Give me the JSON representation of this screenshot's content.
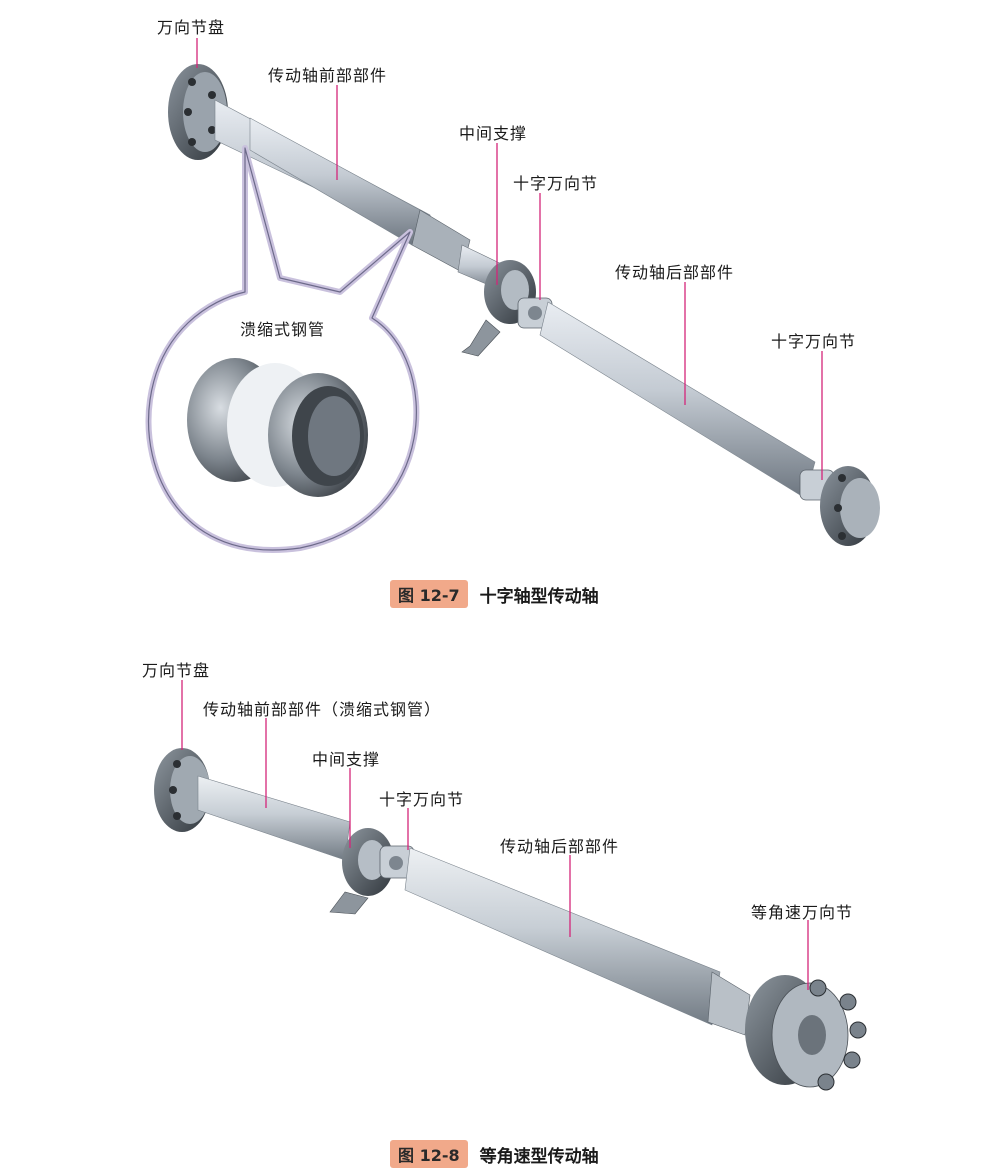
{
  "figure1": {
    "caption_num": "图 12-7",
    "caption_text": "十字轴型传动轴",
    "labels": {
      "flange": "万向节盘",
      "front_part": "传动轴前部部件",
      "center_support": "中间支撑",
      "ujoint_mid": "十字万向节",
      "rear_part": "传动轴后部部件",
      "ujoint_end": "十字万向节",
      "collapsible_tube": "溃缩式钢管"
    }
  },
  "figure2": {
    "caption_num": "图 12-8",
    "caption_text": "等角速型传动轴",
    "labels": {
      "flange": "万向节盘",
      "front_part": "传动轴前部部件（溃缩式钢管）",
      "center_support": "中间支撑",
      "ujoint_mid": "十字万向节",
      "rear_part": "传动轴后部部件",
      "cv_joint": "等角速万向节"
    }
  },
  "colors": {
    "leader": "#d4257a",
    "caption_badge": "#f1a98a"
  }
}
